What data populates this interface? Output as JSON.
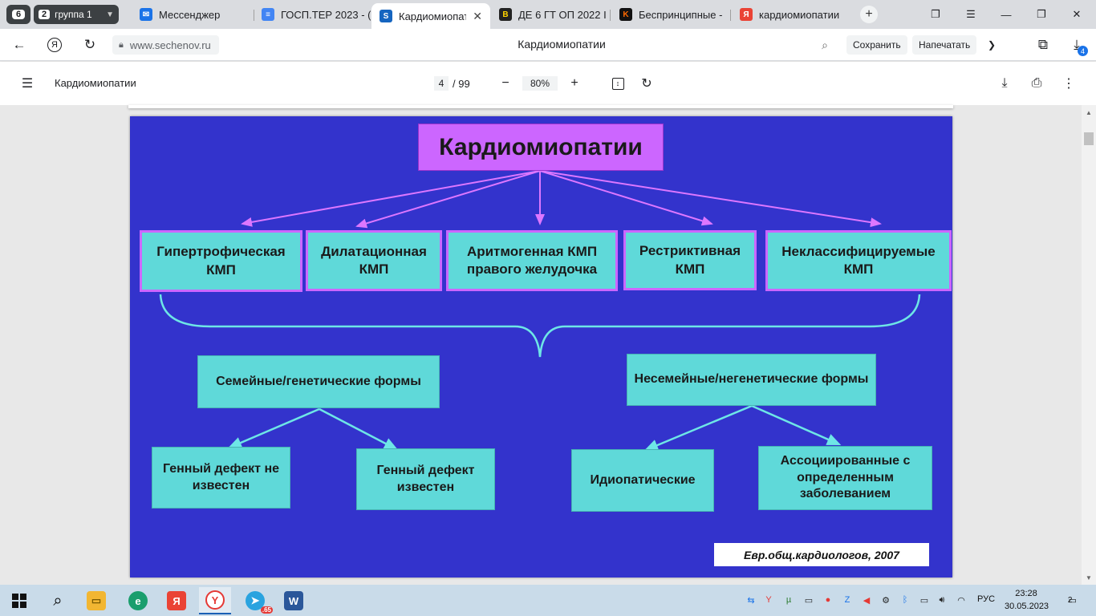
{
  "browser": {
    "tab_group_count": "6",
    "tab_group": {
      "count": "2",
      "name": "группа 1"
    },
    "tabs": [
      {
        "label": "Мессенджер",
        "color": "#1a73e8",
        "glyph": "✉"
      },
      {
        "label": "ГОСП.ТЕР 2023 - (",
        "color": "#4285f4",
        "glyph": "≡"
      },
      {
        "label": "Кардиомиопатии",
        "color": "#1565c0",
        "glyph": "S"
      },
      {
        "label": "ДЕ 6 ГТ ОП 2022 I",
        "color": "#222222",
        "glyph": "B"
      },
      {
        "label": "Беспринципные - ",
        "color": "#111111",
        "glyph": "K"
      },
      {
        "label": "кардиомиопатии",
        "color": "#ea4335",
        "glyph": "Я"
      }
    ],
    "url": "www.sechenov.ru",
    "page_title": "Кардиомиопатии",
    "save_label": "Сохранить",
    "print_label": "Напечатать",
    "downloads_badge": "4"
  },
  "pdf": {
    "title": "Кардиомиопатии",
    "page_current": "4",
    "page_total": "/ 99",
    "zoom": "80%"
  },
  "slide": {
    "title": "Кардиомиопатии",
    "types": [
      "Гипертрофическая КМП",
      "Дилатационная КМП",
      "Аритмогенная КМП правого желудочка",
      "Рестриктивная КМП",
      "Неклассифицируемые КМП"
    ],
    "familial": "Семейные/генетические формы",
    "nonfamilial": "Несемейные/негенетические формы",
    "familial_children": [
      "Генный дефект не известен",
      "Генный дефект известен"
    ],
    "nonfamilial_children": [
      "Идиопатические",
      "Ассоциированные с определенным заболеванием"
    ],
    "citation": "Евр.общ.кардиологов, 2007",
    "colors": {
      "background": "#3333cc",
      "title_box": "#cc66ff",
      "node_box": "#5fd9d9",
      "violet_lines": "#dd77ff",
      "cyan_lines": "#6ee6e6"
    }
  },
  "taskbar": {
    "telegram_badge": ".65",
    "lang": "РУС",
    "time": "23:28",
    "date": "30.05.2023",
    "notifications": "2"
  }
}
